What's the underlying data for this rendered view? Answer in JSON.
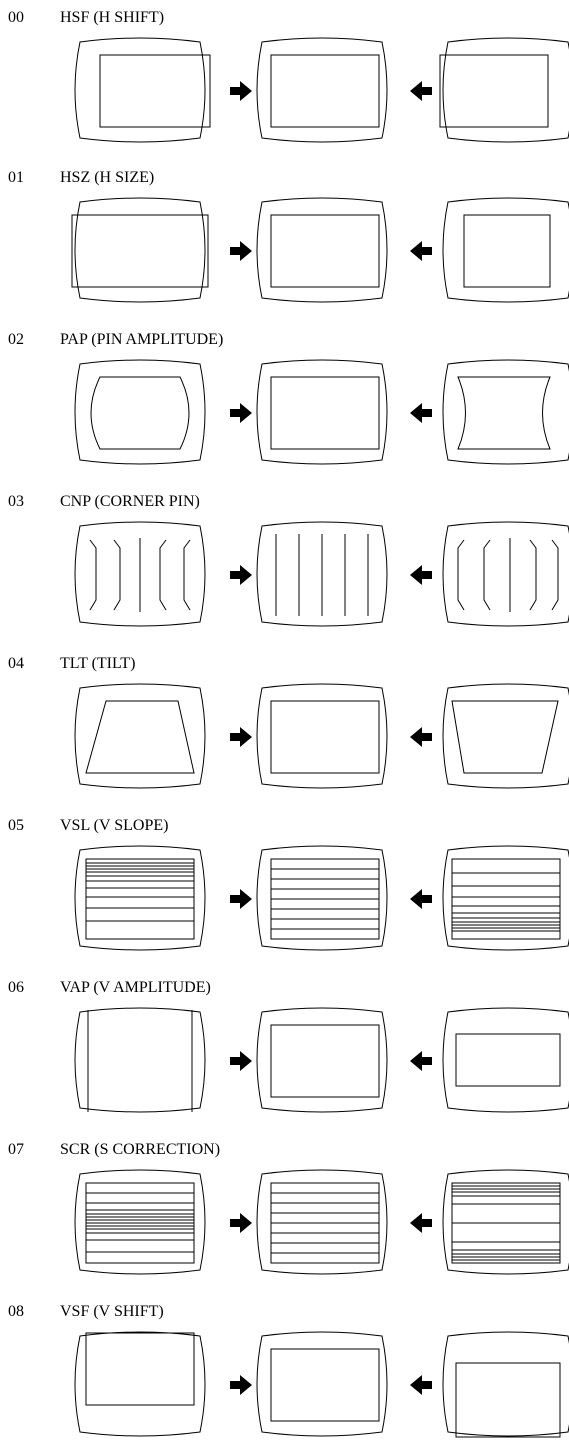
{
  "sections": [
    {
      "code": "00",
      "title": "HSF (H SHIFT)"
    },
    {
      "code": "01",
      "title": "HSZ (H SIZE)"
    },
    {
      "code": "02",
      "title": "PAP (PIN AMPLITUDE)"
    },
    {
      "code": "03",
      "title": "CNP (CORNER PIN)"
    },
    {
      "code": "04",
      "title": "TLT (TILT)"
    },
    {
      "code": "05",
      "title": "VSL (V SLOPE)"
    },
    {
      "code": "06",
      "title": "VAP (V AMPLITUDE)"
    },
    {
      "code": "07",
      "title": "SCR (S CORRECTION)"
    },
    {
      "code": "08",
      "title": "VSF (V SHIFT)"
    }
  ],
  "style": {
    "line_color": "#000000",
    "background": "#ffffff"
  }
}
